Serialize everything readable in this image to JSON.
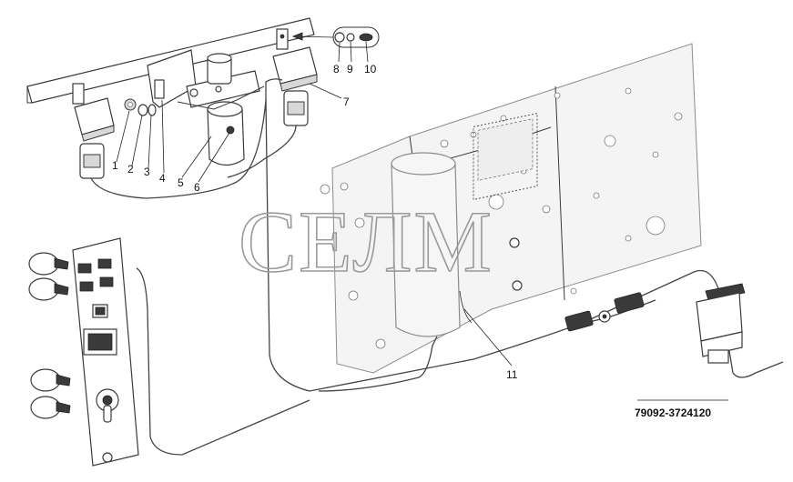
{
  "watermark": "СЕЛМ",
  "part_number": "79092-3724120",
  "callouts": [
    "1",
    "2",
    "3",
    "4",
    "5",
    "6",
    "7",
    "8",
    "9",
    "10",
    "11"
  ]
}
